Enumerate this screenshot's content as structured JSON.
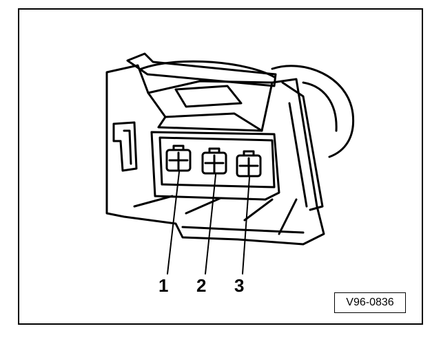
{
  "diagram": {
    "pin_labels": [
      "1",
      "2",
      "3"
    ],
    "reference_code": "V96-0836",
    "colors": {
      "line": "#000000",
      "background": "#ffffff"
    }
  }
}
